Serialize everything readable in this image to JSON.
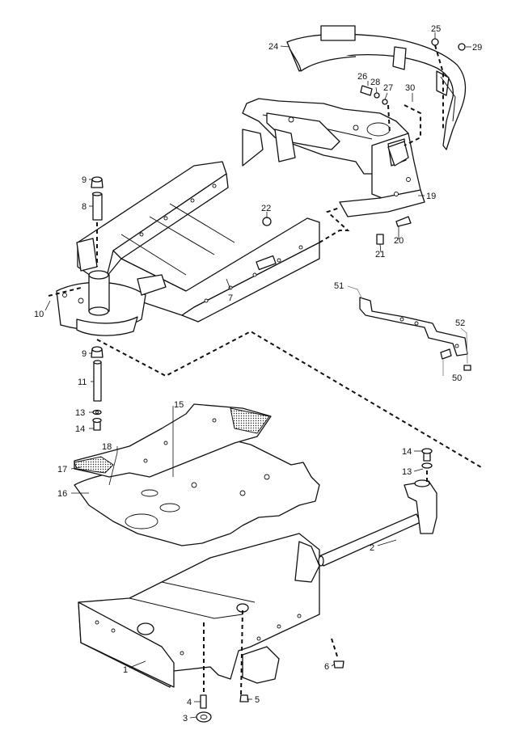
{
  "callouts": [
    {
      "id": "c1",
      "text": "1"
    },
    {
      "id": "c2",
      "text": "2"
    },
    {
      "id": "c3",
      "text": "3"
    },
    {
      "id": "c4",
      "text": "4"
    },
    {
      "id": "c5",
      "text": "5"
    },
    {
      "id": "c6",
      "text": "6"
    },
    {
      "id": "c7",
      "text": "7"
    },
    {
      "id": "c8",
      "text": "8"
    },
    {
      "id": "c9a",
      "text": "9"
    },
    {
      "id": "c9b",
      "text": "9"
    },
    {
      "id": "c10",
      "text": "10"
    },
    {
      "id": "c11",
      "text": "11"
    },
    {
      "id": "c13a",
      "text": "13"
    },
    {
      "id": "c13b",
      "text": "13"
    },
    {
      "id": "c14a",
      "text": "14"
    },
    {
      "id": "c14b",
      "text": "14"
    },
    {
      "id": "c15",
      "text": "15"
    },
    {
      "id": "c16",
      "text": "16"
    },
    {
      "id": "c17",
      "text": "17"
    },
    {
      "id": "c18",
      "text": "18"
    },
    {
      "id": "c19",
      "text": "19"
    },
    {
      "id": "c20",
      "text": "20"
    },
    {
      "id": "c21",
      "text": "21"
    },
    {
      "id": "c22",
      "text": "22"
    },
    {
      "id": "c24",
      "text": "24"
    },
    {
      "id": "c25",
      "text": "25"
    },
    {
      "id": "c26",
      "text": "26"
    },
    {
      "id": "c27",
      "text": "27"
    },
    {
      "id": "c28",
      "text": "28"
    },
    {
      "id": "c29",
      "text": "29"
    },
    {
      "id": "c30",
      "text": "30"
    },
    {
      "id": "c50",
      "text": "50"
    },
    {
      "id": "c51",
      "text": "51"
    },
    {
      "id": "c52",
      "text": "52"
    }
  ]
}
